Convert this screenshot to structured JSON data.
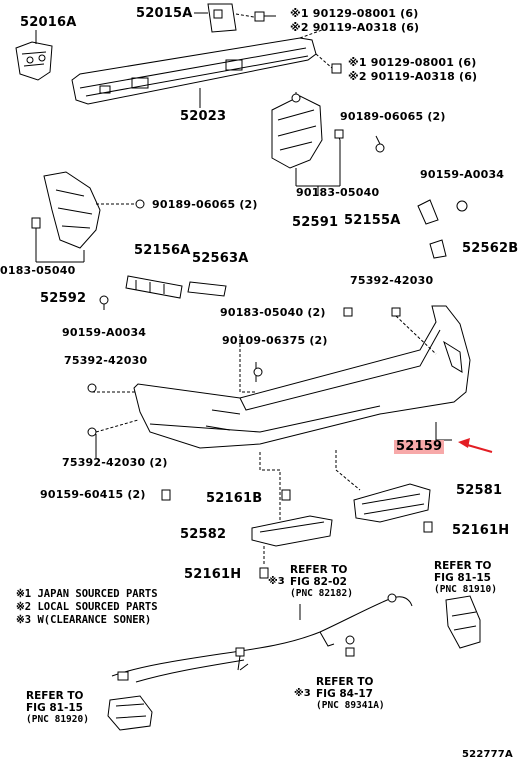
{
  "parts": {
    "p52016a": "52016A",
    "p52015a": "52015A",
    "b1": "※1 90129-08001 (6)",
    "b2": "※2 90119-A0318 (6)",
    "b3": "※1 90129-08001 (6)",
    "b4": "※2 90119-A0318 (6)",
    "p52023": "52023",
    "c90189a": "90189-06065 (2)",
    "c90159a": "90159-A0034",
    "c90189b": "90189-06065 (2)",
    "c90183a": "90183-05040",
    "p52591": "52591",
    "p52155a": "52155A",
    "p52562b": "52562B",
    "c0183": "0183-05040",
    "p52156a": "52156A",
    "p52563a": "52563A",
    "p52592": "52592",
    "c75392a": "75392-42030",
    "c90183b": "90183-05040 (2)",
    "c90159b": "90159-A0034",
    "c90109": "90109-06375 (2)",
    "c75392b": "75392-42030",
    "p52159": "52159",
    "c75392c": "75392-42030 (2)",
    "c90159c": "90159-60415 (2)",
    "p52161b": "52161B",
    "p52581": "52581",
    "p52582": "52582",
    "p52161h_a": "52161H",
    "p52161h_b": "52161H",
    "diagram_id": "522777A"
  },
  "notes": {
    "n1": "※1 JAPAN SOURCED PARTS",
    "n2": "※2 LOCAL SOURCED PARTS",
    "n3": "※3 W(CLEARANCE SONER)"
  },
  "refs": {
    "r1_l1": "REFER TO",
    "r1_l2": "FIG 81-15",
    "r1_l3": "(PNC 81910)",
    "r2_pre": "※3",
    "r2_l1": "REFER TO",
    "r2_l2": "FIG 82-02",
    "r2_l3": "(PNC 82182)",
    "r3_pre": "※3",
    "r3_l1": "REFER TO",
    "r3_l2": "FIG 84-17",
    "r3_l3": "(PNC 89341A)",
    "r4_l1": "REFER TO",
    "r4_l2": "FIG 81-15",
    "r4_l3": "(PNC 81920)"
  },
  "colors": {
    "highlight": "#f7a9a9",
    "arrow": "#e31e24"
  }
}
